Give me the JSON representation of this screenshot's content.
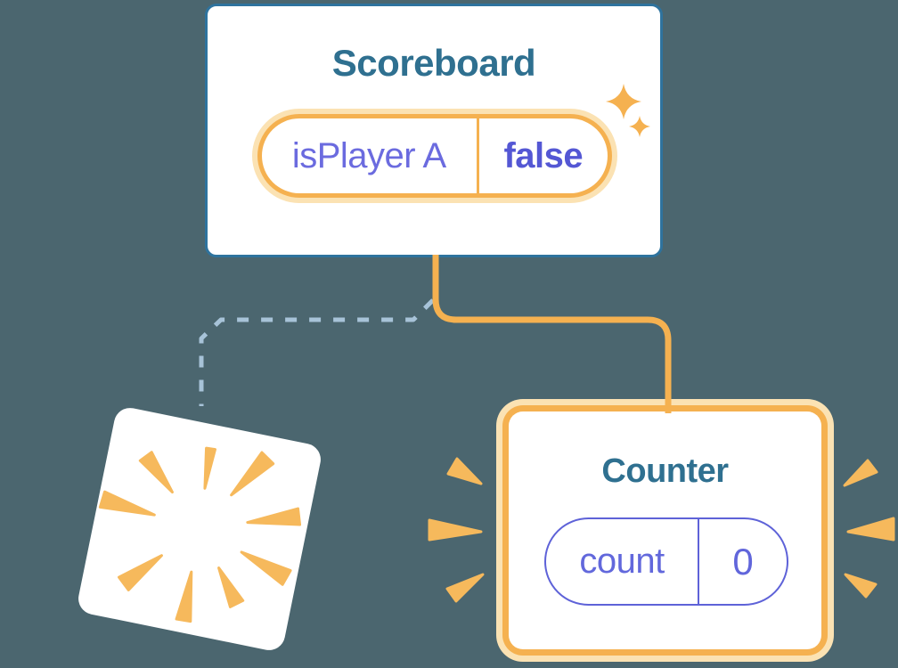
{
  "canvas": {
    "background_color": "#4b666f"
  },
  "colors": {
    "accent_orange": "#f5b150",
    "light_orange_ring": "#fbe2b3",
    "burst_orange": "#f6b95c",
    "card_border_blue": "#2e739e",
    "title_teal": "#2f7090",
    "purple_text": "#6b6bdf",
    "purple_bold_text": "#5457d4",
    "purple_pill_border": "#5e62d8",
    "dashed_connector_blue": "#a7c3d8",
    "card_background": "#ffffff"
  },
  "scoreboard_card": {
    "title": "Scoreboard",
    "state_pill": {
      "label": "isPlayer A",
      "value": "false"
    }
  },
  "counter_card": {
    "title": "Counter",
    "state_pill": {
      "label": "count",
      "value": "0"
    }
  },
  "icons": {
    "sparkles_icon": "two four-point stars",
    "poof_burst_icon": "radial rays burst",
    "emphasis_marks_icon": "three wedge dashes per side"
  }
}
